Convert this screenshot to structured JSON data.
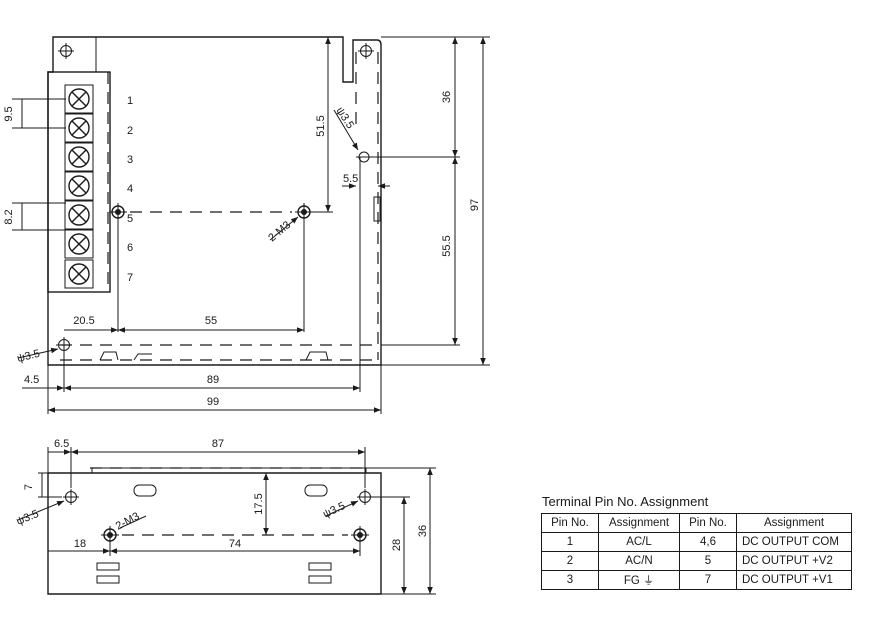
{
  "top_view": {
    "dimensions": {
      "pitch_pin": "9.5",
      "pitch_mount": "8.2",
      "left_offset": "20.5",
      "hole_spacing_55": "55",
      "vertical_51_5": "51.5",
      "offset_5_5": "5.5",
      "top_36": "36",
      "bottom_55_5": "55.5",
      "height_97": "97",
      "left_4_5": "4.5",
      "width_89": "89",
      "width_99": "99",
      "hole_dia_left": "ψ3.5",
      "hole_dia_right": "ψ3.5",
      "screw_label": "2-M3"
    },
    "pin_labels": [
      "1",
      "2",
      "3",
      "4",
      "5",
      "6",
      "7"
    ]
  },
  "side_view": {
    "dimensions": {
      "left_6_5": "6.5",
      "width_87": "87",
      "vert_7": "7",
      "vert_17_5": "17.5",
      "left_18": "18",
      "span_74": "74",
      "height_28": "28",
      "height_36": "36",
      "hole_dia_left": "ψ3.5",
      "hole_dia_right": "ψ3.5",
      "screw_label": "2-M3"
    }
  },
  "terminal_table": {
    "title": "Terminal Pin No.  Assignment",
    "headers": [
      "Pin No.",
      "Assignment",
      "Pin No.",
      "Assignment"
    ],
    "rows": [
      {
        "pin_a": "1",
        "assign_a": "AC/L",
        "pin_b": "4,6",
        "assign_b": "DC OUTPUT COM"
      },
      {
        "pin_a": "2",
        "assign_a": "AC/N",
        "pin_b": "5",
        "assign_b": "DC OUTPUT +V2"
      },
      {
        "pin_a": "3",
        "assign_a": "FG",
        "pin_b": "7",
        "assign_b": "DC OUTPUT +V1"
      }
    ]
  }
}
